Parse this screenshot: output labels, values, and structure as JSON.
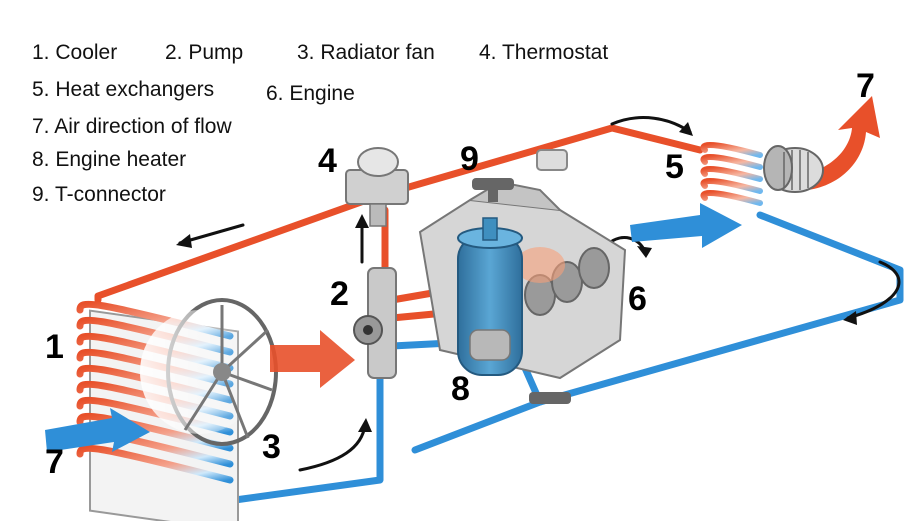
{
  "legend": [
    {
      "num": "1.",
      "text": "Cooler"
    },
    {
      "num": "2.",
      "text": "Pump"
    },
    {
      "num": "3.",
      "text": "Radiator fan"
    },
    {
      "num": "4.",
      "text": "Thermostat"
    },
    {
      "num": "5.",
      "text": "Heat exchangers"
    },
    {
      "num": "6.",
      "text": "Engine"
    },
    {
      "num": "7.",
      "text": "Air direction of flow"
    },
    {
      "num": "8.",
      "text": "Engine heater"
    },
    {
      "num": "9.",
      "text": "T-connector"
    }
  ],
  "callouts": {
    "cooler": "1",
    "pump": "2",
    "radiator_fan": "3",
    "thermostat": "4",
    "heat_exchanger": "5",
    "engine": "6",
    "air_in": "7",
    "air_out": "7",
    "engine_heater": "8",
    "t_connector": "9"
  },
  "colors": {
    "hot": "#e8502a",
    "cold": "#2f8fd8",
    "arrow_black": "#111111",
    "engine_gray": "#d6d6d6",
    "heater_blue": "#3f8fbf"
  }
}
